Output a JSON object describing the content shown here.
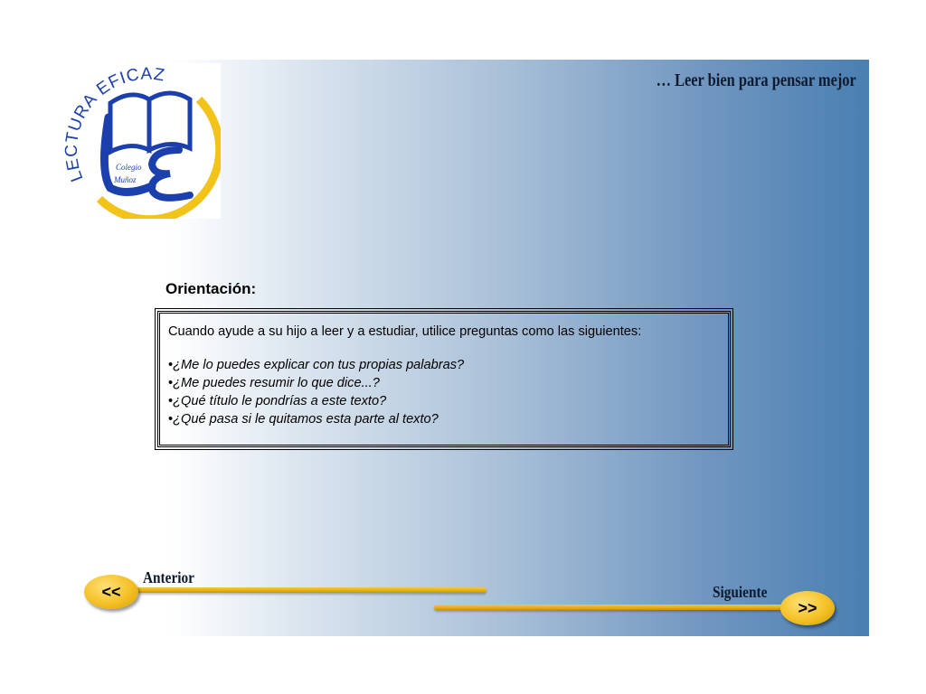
{
  "header": {
    "tagline": "… Leer bien para pensar mejor"
  },
  "logo": {
    "arc_text": "LECTURA EFICAZ",
    "sub_line1": "Colegio",
    "sub_line2": "Muñoz",
    "ring_color": "#f2c318",
    "brand_color": "#1c3fae"
  },
  "content": {
    "title": "Orientación:",
    "intro": "Cuando ayude a su hijo a leer y a estudiar, utilice preguntas como las siguientes:",
    "bullet": "•",
    "questions": [
      "¿Me lo puedes explicar con tus propias palabras?",
      "¿Me puedes resumir lo que dice...?",
      "¿Qué título le pondrías a este texto?",
      "¿Qué pasa si le quitamos esta parte al texto?"
    ]
  },
  "nav": {
    "prev_symbol": "<<",
    "prev_label": "Anterior",
    "next_symbol": ">>",
    "next_label": "Siguiente"
  }
}
